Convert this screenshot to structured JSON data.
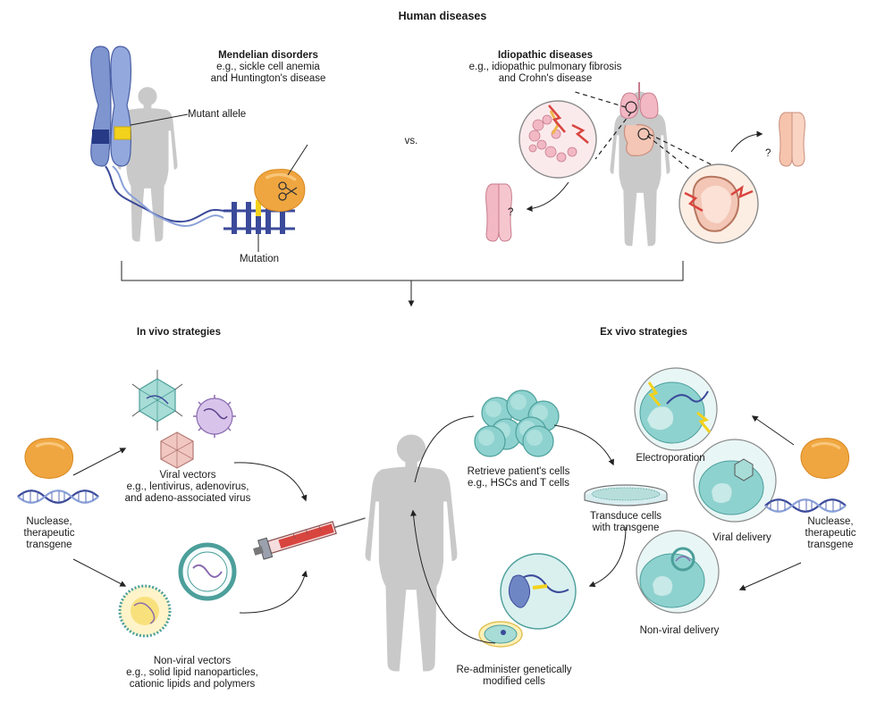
{
  "title": "Human diseases",
  "mendelian": {
    "heading": "Mendelian disorders",
    "line1": "e.g., sickle cell anemia",
    "line2": "and Huntington's disease",
    "mutant_allele": "Mutant allele",
    "mutation": "Mutation"
  },
  "versus": "vs.",
  "idiopathic": {
    "heading": "Idiopathic diseases",
    "line1": "e.g., idiopathic pulmonary fibrosis",
    "line2": "and Crohn's disease",
    "question": "?"
  },
  "in_vivo": {
    "heading": "In vivo strategies",
    "nuclease_line1": "Nuclease,",
    "nuclease_line2": "therapeutic",
    "nuclease_line3": "transgene",
    "viral_line1": "Viral vectors",
    "viral_line2": "e.g., lentivirus, adenovirus,",
    "viral_line3": "and adeno-associated virus",
    "nonviral_line1": "Non-viral vectors",
    "nonviral_line2": "e.g., solid lipid nanoparticles,",
    "nonviral_line3": "cationic lipids and polymers"
  },
  "ex_vivo": {
    "heading": "Ex vivo strategies",
    "retrieve_line1": "Retrieve patient's cells",
    "retrieve_line2": "e.g., HSCs and T cells",
    "transduce_line1": "Transduce cells",
    "transduce_line2": "with transgene",
    "readminister_line1": "Re-administer genetically",
    "readminister_line2": "modified cells",
    "electroporation": "Electroporation",
    "viral_delivery": "Viral delivery",
    "nonviral_delivery": "Non-viral delivery",
    "nuclease_line1": "Nuclease,",
    "nuclease_line2": "therapeutic",
    "nuclease_line3": "transgene"
  },
  "colors": {
    "silhouette": "#c9c9c9",
    "chromosome_blue": "#6f86c4",
    "allele_yellow": "#f3d21b",
    "nuclease_orange": "#f0a640",
    "cell_teal": "#8ed2cf",
    "lung_pink": "#f2b8c4",
    "syringe_red": "#d8453f"
  }
}
